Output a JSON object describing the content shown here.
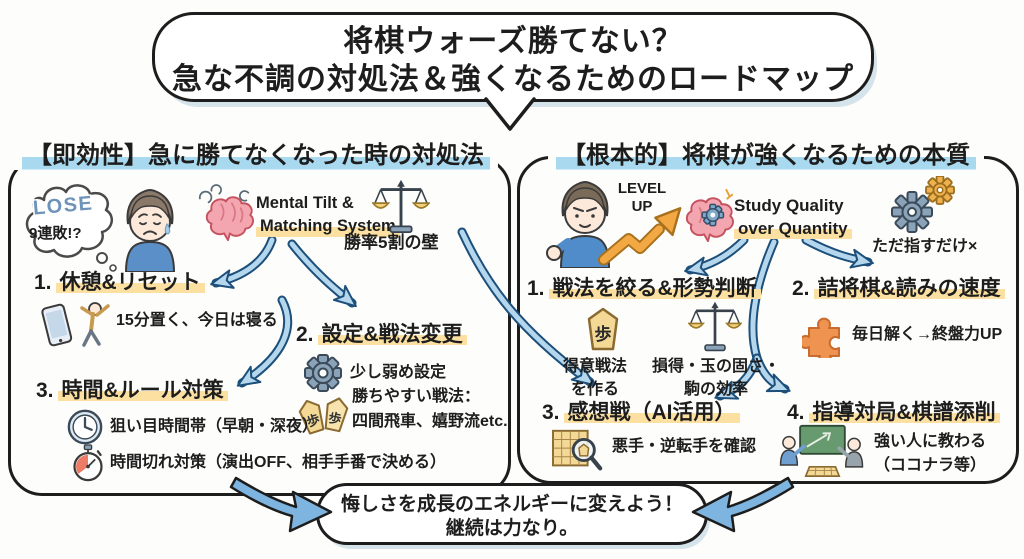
{
  "title": {
    "line1": "将棋ウォーズ勝てない？",
    "line2": "急な不調の対処法＆強くなるためのロードマップ"
  },
  "left_panel": {
    "header": "【即効性】急に勝てなくなった時の対処法",
    "lose_bubble": {
      "word": "LOSE",
      "streak": "9連敗!?"
    },
    "mental": {
      "line1": "Mental Tilt &",
      "line2": "Matching System"
    },
    "scale_caption": "勝率5割の壁",
    "items": [
      {
        "num": "1.",
        "label": "休憩&リセット",
        "notes": [
          {
            "line1": "15分置く、今日は寝る"
          }
        ]
      },
      {
        "num": "2.",
        "label": "設定&戦法変更",
        "notes": [
          {
            "line1": "少し弱め設定"
          },
          {
            "line1": "勝ちやすい戦法：",
            "line2": "四間飛車、嬉野流etc."
          }
        ]
      },
      {
        "num": "3.",
        "label": "時間&ルール対策",
        "notes": [
          {
            "line1": "狙い目時間帯（早朝・深夜）"
          },
          {
            "line1": "時間切れ対策（演出OFF、相手手番で決める）"
          }
        ]
      }
    ]
  },
  "right_panel": {
    "header": "【根本的】将棋が強くなるための本質",
    "level_up": {
      "line1": "LEVEL",
      "line2": "UP"
    },
    "study": {
      "line1": "Study Quality",
      "line2": "over Quantity"
    },
    "gears_caption": "ただ指すだけ×",
    "items": [
      {
        "num": "1.",
        "label": "戦法を絞る&形勢判断",
        "notes": [
          {
            "line1": "得意戦法",
            "line2": "を作る"
          },
          {
            "line1": "損得・玉の固さ・",
            "line2": "駒の効率"
          }
        ]
      },
      {
        "num": "2.",
        "label": "詰将棋&読みの速度",
        "notes": [
          {
            "line1": "毎日解く→終盤力UP"
          }
        ]
      },
      {
        "num": "3.",
        "label": "感想戦（AI活用）",
        "notes": [
          {
            "line1": "悪手・逆転手を確認"
          }
        ]
      },
      {
        "num": "4.",
        "label": "指導対局&棋譜添削",
        "notes": [
          {
            "line1": "強い人に教わる",
            "line2": "（ココナラ等）"
          }
        ]
      }
    ]
  },
  "footer": {
    "line1": "悔しさを成長のエネルギーに変えよう！",
    "line2": "継続は力なり。"
  },
  "icons": {
    "piece_char": "歩",
    "legend": {
      "thought-cloud": "hand-drawn cloud bubble",
      "sad-boy-illustration": "worried boy with tear",
      "dizzy-brain-icon": "pink brain with dizzy squiggles",
      "balance-scale-icon": "balance scale with two pans",
      "smartphone-icon": "smartphone set aside",
      "stretching-person-icon": "person stretching",
      "gear-icon": "single settings gear",
      "shogi-pieces-icon": "two shogi pawn pieces",
      "clock-icon": "wall clock",
      "stopwatch-icon": "stopwatch with red sector",
      "determined-boy-illustration": "motivated boy raising fist",
      "level-up-arrow-icon": "rising zigzag orange arrow",
      "brain-gear-icon": "brain with turning gear",
      "double-gears-icon": "two meshing gears",
      "shogi-piece-icon": "single shogi pawn",
      "puzzle-piece-icon": "orange jigsaw piece",
      "board-magnifier-icon": "shogi board with magnifier",
      "teaching-board-icon": "chalkboard lesson scene"
    }
  },
  "colors": {
    "background": "#fdfdfb",
    "ink": "#1d1d1d",
    "marker_blue": "#a9d9ef",
    "marker_orange": "#fce0a2",
    "arrow_fill": "#b5d7ee",
    "arrow_outline": "#1c4f7a",
    "block_arrow_fill": "#7db4e0",
    "lose_text": "#6d93b8",
    "level_up_orange": "#f2a843",
    "brain_pink": "#f4a6b0",
    "puzzle_orange": "#ef9350",
    "chalkboard_green": "#679a6e",
    "piece_tan": "#f3d896",
    "shadow_blue": "#d5e3ea"
  }
}
